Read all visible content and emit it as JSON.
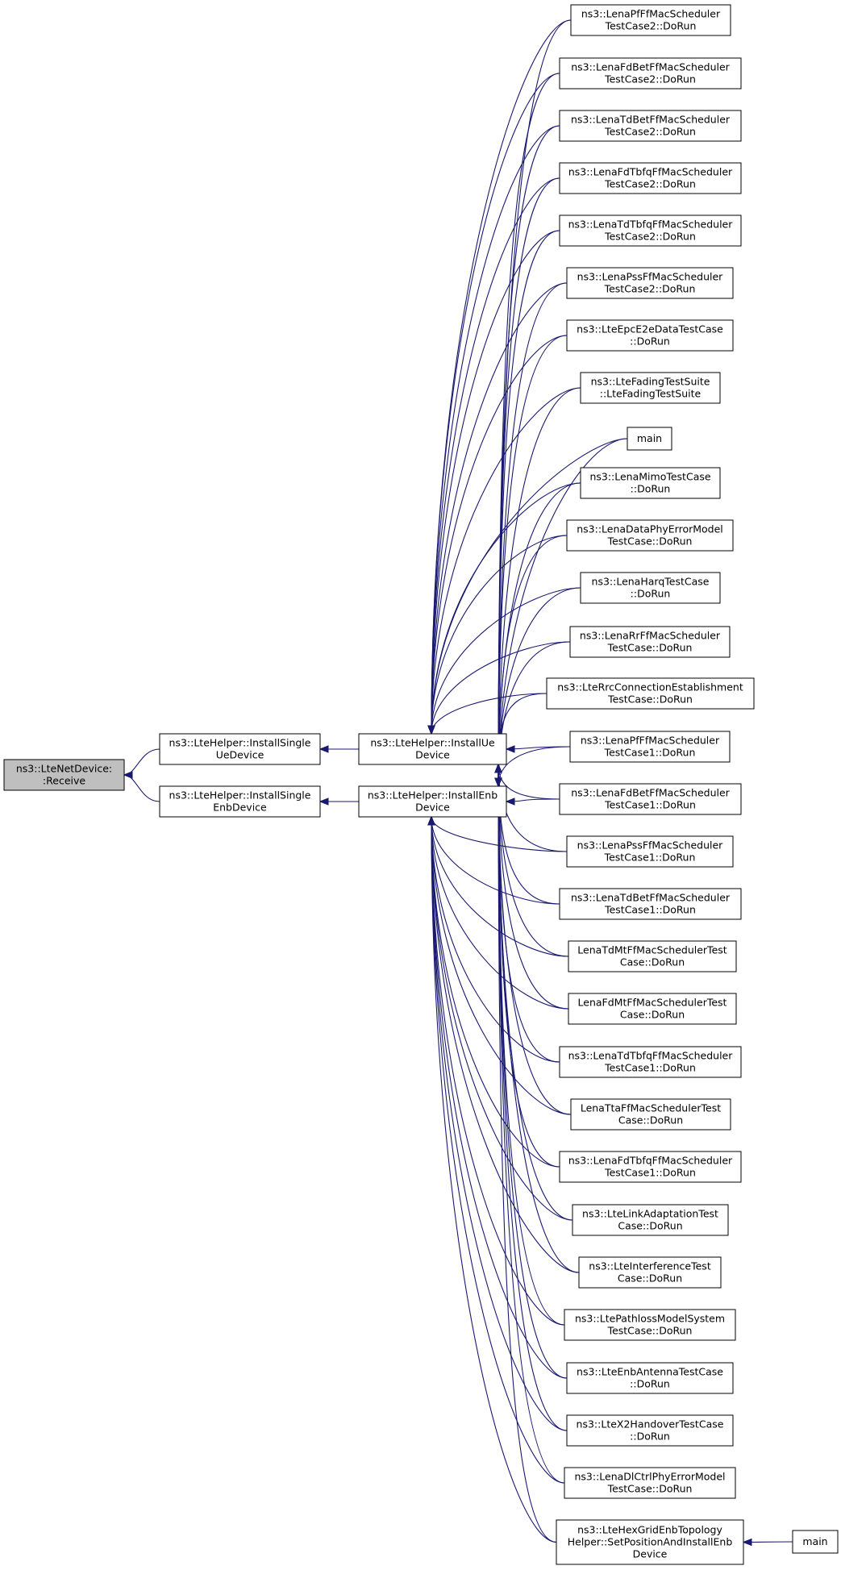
{
  "diagram": {
    "type": "caller-graph",
    "edge_color": "#191970",
    "root_fill": "#bfbfbf",
    "nodes": [
      {
        "id": "root",
        "lines": [
          "ns3::LteNetDevice:",
          ":Receive"
        ],
        "highlighted": true
      },
      {
        "id": "install_single_ue",
        "lines": [
          "ns3::LteHelper::InstallSingle",
          "UeDevice"
        ]
      },
      {
        "id": "install_single_enb",
        "lines": [
          "ns3::LteHelper::InstallSingle",
          "EnbDevice"
        ]
      },
      {
        "id": "install_ue",
        "lines": [
          "ns3::LteHelper::InstallUe",
          "Device"
        ]
      },
      {
        "id": "install_enb",
        "lines": [
          "ns3::LteHelper::InstallEnb",
          "Device"
        ]
      },
      {
        "id": "c01",
        "lines": [
          "ns3::LenaPfFfMacScheduler",
          "TestCase2::DoRun"
        ]
      },
      {
        "id": "c02",
        "lines": [
          "ns3::LenaFdBetFfMacScheduler",
          "TestCase2::DoRun"
        ]
      },
      {
        "id": "c03",
        "lines": [
          "ns3::LenaTdBetFfMacScheduler",
          "TestCase2::DoRun"
        ]
      },
      {
        "id": "c04",
        "lines": [
          "ns3::LenaFdTbfqFfMacScheduler",
          "TestCase2::DoRun"
        ]
      },
      {
        "id": "c05",
        "lines": [
          "ns3::LenaTdTbfqFfMacScheduler",
          "TestCase2::DoRun"
        ]
      },
      {
        "id": "c06",
        "lines": [
          "ns3::LenaPssFfMacScheduler",
          "TestCase2::DoRun"
        ]
      },
      {
        "id": "c07",
        "lines": [
          "ns3::LteEpcE2eDataTestCase",
          "::DoRun"
        ]
      },
      {
        "id": "c08",
        "lines": [
          "ns3::LteFadingTestSuite",
          "::LteFadingTestSuite"
        ]
      },
      {
        "id": "c09",
        "lines": [
          "main"
        ]
      },
      {
        "id": "c10",
        "lines": [
          "ns3::LenaMimoTestCase",
          "::DoRun"
        ]
      },
      {
        "id": "c11",
        "lines": [
          "ns3::LenaDataPhyErrorModel",
          "TestCase::DoRun"
        ]
      },
      {
        "id": "c12",
        "lines": [
          "ns3::LenaHarqTestCase",
          "::DoRun"
        ]
      },
      {
        "id": "c13",
        "lines": [
          "ns3::LenaRrFfMacScheduler",
          "TestCase::DoRun"
        ]
      },
      {
        "id": "c14",
        "lines": [
          "ns3::LteRrcConnectionEstablishment",
          "TestCase::DoRun"
        ]
      },
      {
        "id": "c15",
        "lines": [
          "ns3::LenaPfFfMacScheduler",
          "TestCase1::DoRun"
        ]
      },
      {
        "id": "c16",
        "lines": [
          "ns3::LenaFdBetFfMacScheduler",
          "TestCase1::DoRun"
        ]
      },
      {
        "id": "c17",
        "lines": [
          "ns3::LenaPssFfMacScheduler",
          "TestCase1::DoRun"
        ]
      },
      {
        "id": "c18",
        "lines": [
          "ns3::LenaTdBetFfMacScheduler",
          "TestCase1::DoRun"
        ]
      },
      {
        "id": "c19",
        "lines": [
          "LenaTdMtFfMacSchedulerTest",
          "Case::DoRun"
        ]
      },
      {
        "id": "c20",
        "lines": [
          "LenaFdMtFfMacSchedulerTest",
          "Case::DoRun"
        ]
      },
      {
        "id": "c21",
        "lines": [
          "ns3::LenaTdTbfqFfMacScheduler",
          "TestCase1::DoRun"
        ]
      },
      {
        "id": "c22",
        "lines": [
          "LenaTtaFfMacSchedulerTest",
          "Case::DoRun"
        ]
      },
      {
        "id": "c23",
        "lines": [
          "ns3::LenaFdTbfqFfMacScheduler",
          "TestCase1::DoRun"
        ]
      },
      {
        "id": "c24",
        "lines": [
          "ns3::LteLinkAdaptationTest",
          "Case::DoRun"
        ]
      },
      {
        "id": "c25",
        "lines": [
          "ns3::LteInterferenceTest",
          "Case::DoRun"
        ]
      },
      {
        "id": "c26",
        "lines": [
          "ns3::LtePathlossModelSystem",
          "TestCase::DoRun"
        ]
      },
      {
        "id": "c27",
        "lines": [
          "ns3::LteEnbAntennaTestCase",
          "::DoRun"
        ]
      },
      {
        "id": "c28",
        "lines": [
          "ns3::LteX2HandoverTestCase",
          "::DoRun"
        ]
      },
      {
        "id": "c29",
        "lines": [
          "ns3::LenaDlCtrlPhyErrorModel",
          "TestCase::DoRun"
        ]
      },
      {
        "id": "c30",
        "lines": [
          "ns3::LteHexGridEnbTopology",
          "Helper::SetPositionAndInstallEnb",
          "Device"
        ]
      },
      {
        "id": "main2",
        "lines": [
          "main"
        ]
      }
    ],
    "edges": [
      {
        "from": "install_single_ue",
        "to": "root"
      },
      {
        "from": "install_single_enb",
        "to": "root"
      },
      {
        "from": "install_ue",
        "to": "install_single_ue"
      },
      {
        "from": "install_enb",
        "to": "install_single_enb"
      },
      {
        "from": "c01",
        "to": "install_ue"
      },
      {
        "from": "c01",
        "to": "install_enb"
      },
      {
        "from": "c02",
        "to": "install_ue"
      },
      {
        "from": "c02",
        "to": "install_enb"
      },
      {
        "from": "c03",
        "to": "install_ue"
      },
      {
        "from": "c03",
        "to": "install_enb"
      },
      {
        "from": "c04",
        "to": "install_ue"
      },
      {
        "from": "c04",
        "to": "install_enb"
      },
      {
        "from": "c05",
        "to": "install_ue"
      },
      {
        "from": "c05",
        "to": "install_enb"
      },
      {
        "from": "c06",
        "to": "install_ue"
      },
      {
        "from": "c06",
        "to": "install_enb"
      },
      {
        "from": "c07",
        "to": "install_ue"
      },
      {
        "from": "c07",
        "to": "install_enb"
      },
      {
        "from": "c08",
        "to": "install_ue"
      },
      {
        "from": "c08",
        "to": "install_enb"
      },
      {
        "from": "c09",
        "to": "install_ue"
      },
      {
        "from": "c09",
        "to": "install_enb"
      },
      {
        "from": "c10",
        "to": "install_ue"
      },
      {
        "from": "c10",
        "to": "install_enb"
      },
      {
        "from": "c11",
        "to": "install_ue"
      },
      {
        "from": "c11",
        "to": "install_enb"
      },
      {
        "from": "c12",
        "to": "install_ue"
      },
      {
        "from": "c12",
        "to": "install_enb"
      },
      {
        "from": "c13",
        "to": "install_ue"
      },
      {
        "from": "c13",
        "to": "install_enb"
      },
      {
        "from": "c14",
        "to": "install_ue"
      },
      {
        "from": "c14",
        "to": "install_enb"
      },
      {
        "from": "c15",
        "to": "install_ue"
      },
      {
        "from": "c15",
        "to": "install_enb"
      },
      {
        "from": "c16",
        "to": "install_ue"
      },
      {
        "from": "c16",
        "to": "install_enb"
      },
      {
        "from": "c17",
        "to": "install_ue"
      },
      {
        "from": "c17",
        "to": "install_enb"
      },
      {
        "from": "c18",
        "to": "install_ue"
      },
      {
        "from": "c18",
        "to": "install_enb"
      },
      {
        "from": "c19",
        "to": "install_ue"
      },
      {
        "from": "c19",
        "to": "install_enb"
      },
      {
        "from": "c20",
        "to": "install_ue"
      },
      {
        "from": "c20",
        "to": "install_enb"
      },
      {
        "from": "c21",
        "to": "install_ue"
      },
      {
        "from": "c21",
        "to": "install_enb"
      },
      {
        "from": "c22",
        "to": "install_ue"
      },
      {
        "from": "c22",
        "to": "install_enb"
      },
      {
        "from": "c23",
        "to": "install_ue"
      },
      {
        "from": "c23",
        "to": "install_enb"
      },
      {
        "from": "c24",
        "to": "install_ue"
      },
      {
        "from": "c24",
        "to": "install_enb"
      },
      {
        "from": "c25",
        "to": "install_ue"
      },
      {
        "from": "c25",
        "to": "install_enb"
      },
      {
        "from": "c26",
        "to": "install_ue"
      },
      {
        "from": "c26",
        "to": "install_enb"
      },
      {
        "from": "c27",
        "to": "install_ue"
      },
      {
        "from": "c27",
        "to": "install_enb"
      },
      {
        "from": "c28",
        "to": "install_ue"
      },
      {
        "from": "c28",
        "to": "install_enb"
      },
      {
        "from": "c29",
        "to": "install_ue"
      },
      {
        "from": "c29",
        "to": "install_enb"
      },
      {
        "from": "c30",
        "to": "install_ue"
      },
      {
        "from": "c30",
        "to": "install_enb"
      },
      {
        "from": "main2",
        "to": "c30"
      }
    ]
  }
}
